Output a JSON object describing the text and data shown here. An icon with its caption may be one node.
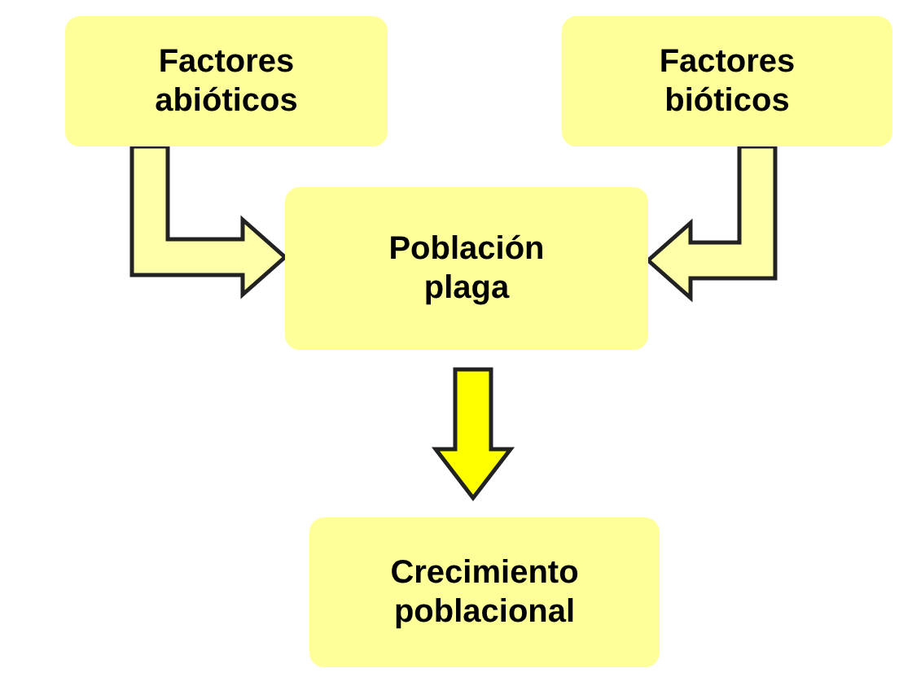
{
  "diagram": {
    "nodes": [
      {
        "text": [
          "Factores abióticos"
        ]
      },
      {
        "text": [
          "Factores bióticos"
        ]
      },
      {
        "text": [
          "Población plaga"
        ]
      },
      {
        "text": [
          "Crecimiento poblacional"
        ]
      }
    ],
    "edges": [
      {
        "from": 0,
        "to": 2,
        "arrow": "to"
      },
      {
        "from": 1,
        "to": 2,
        "arrow": "to"
      },
      {
        "from": 2,
        "to": 3,
        "arrow": "to",
        "color": "#ffff00"
      }
    ]
  }
}
